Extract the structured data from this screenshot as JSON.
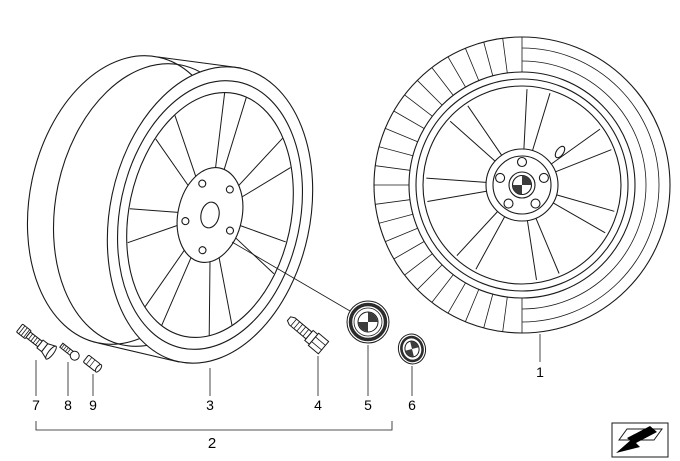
{
  "diagram": {
    "background": "#ffffff",
    "line_color": "#1a1a1a",
    "emblem_dark": "#3c3c3c"
  },
  "callouts": {
    "item1": "1",
    "item2": "2",
    "item3": "3",
    "item4": "4",
    "item5": "5",
    "item6": "6",
    "item7": "7",
    "item8": "8",
    "item9": "9"
  },
  "icons": {
    "nav_arrow": "diagram-nav-arrow-icon"
  }
}
